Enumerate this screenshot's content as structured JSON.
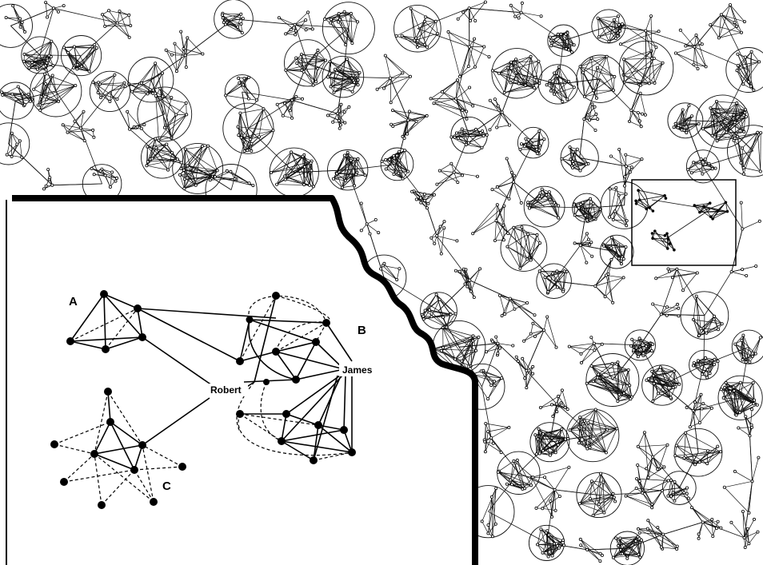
{
  "diagram": {
    "labels": {
      "cluster_a": "A",
      "cluster_b": "B",
      "cluster_c": "C",
      "person_robert": "Robert",
      "person_james": "James"
    }
  }
}
